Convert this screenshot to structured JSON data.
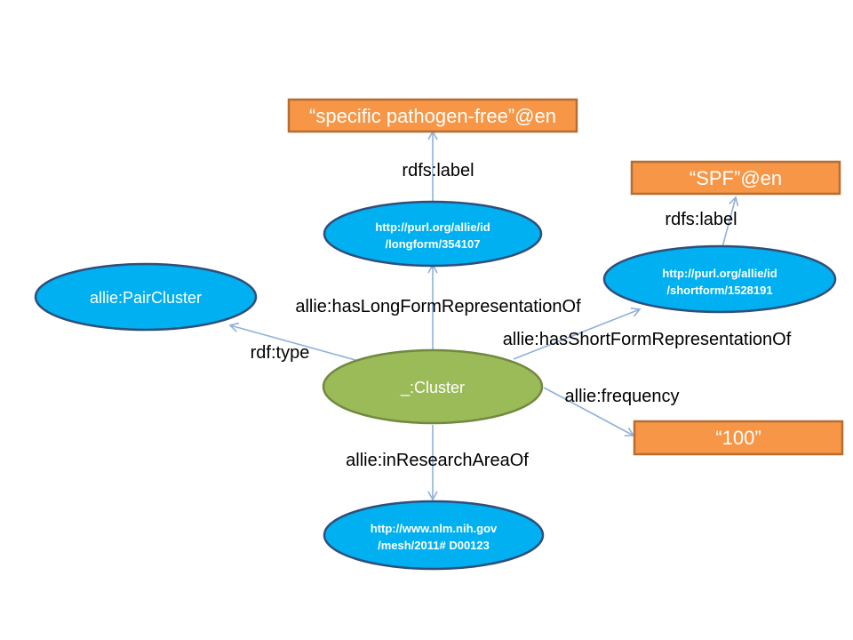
{
  "diagram": {
    "nodes": {
      "cluster": {
        "label": "_:Cluster",
        "kind": "blank-node",
        "color": "#9bbb59"
      },
      "pair_cluster": {
        "label": "allie:PairCluster",
        "kind": "class",
        "color": "#00b0f0"
      },
      "longform": {
        "line1": "http://purl.org/allie/id",
        "line2": "/longform/354107",
        "kind": "uri",
        "color": "#00b0f0"
      },
      "shortform": {
        "line1": "http://purl.org/allie/id",
        "line2": "/shortform/1528191",
        "kind": "uri",
        "color": "#00b0f0"
      },
      "mesh": {
        "line1": "http://www.nlm.nih.gov",
        "line2": "/mesh/2011# D00123",
        "kind": "uri",
        "color": "#00b0f0"
      },
      "longform_label": {
        "label": "“specific pathogen-free”@en",
        "kind": "literal",
        "color": "#f79646"
      },
      "shortform_label": {
        "label": "“SPF”@en",
        "kind": "literal",
        "color": "#f79646"
      },
      "frequency_value": {
        "label": "“100”",
        "kind": "literal",
        "color": "#f79646"
      }
    },
    "edges": {
      "rdf_type": {
        "label": "rdf:type",
        "from": "cluster",
        "to": "pair_cluster"
      },
      "has_long": {
        "label": "allie:hasLongFormRepresentationOf",
        "from": "cluster",
        "to": "longform"
      },
      "has_short": {
        "label": "allie:hasShortFormRepresentationOf",
        "from": "cluster",
        "to": "shortform"
      },
      "frequency": {
        "label": "allie:frequency",
        "from": "cluster",
        "to": "frequency_value"
      },
      "research_area": {
        "label": "allie:inResearchAreaOf",
        "from": "cluster",
        "to": "mesh"
      },
      "long_label": {
        "label": "rdfs:label",
        "from": "longform",
        "to": "longform_label"
      },
      "short_label": {
        "label": "rdfs:label",
        "from": "shortform",
        "to": "shortform_label"
      }
    },
    "edge_color": "#8fb0dc"
  }
}
